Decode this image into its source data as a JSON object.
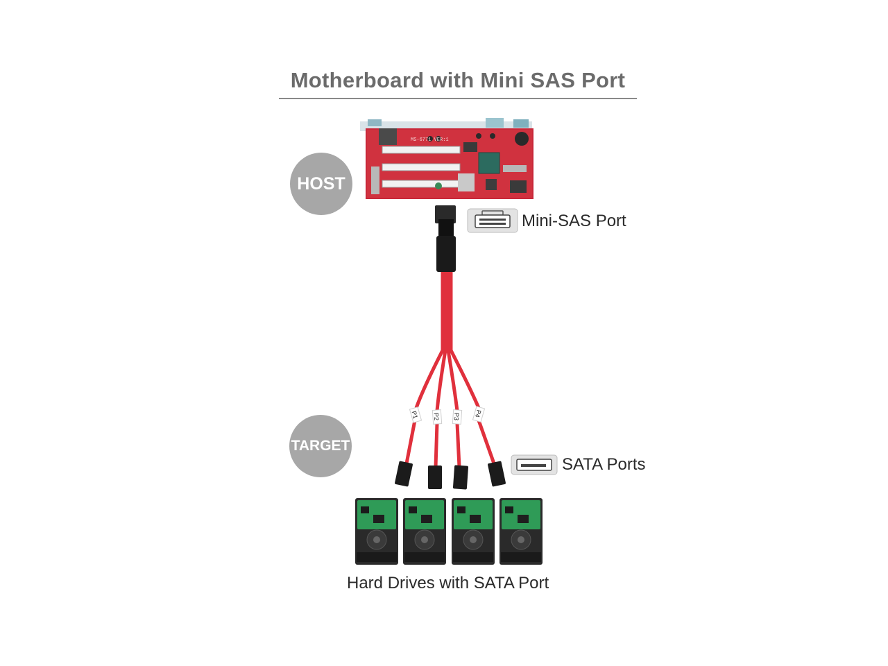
{
  "title": "Motherboard with Mini SAS Port",
  "roles": {
    "host": "HOST",
    "target": "TARGET"
  },
  "labels": {
    "mini_sas_port": "Mini-SAS Port",
    "sata_ports": "SATA Ports",
    "hard_drives": "Hard Drives with SATA Port"
  },
  "board_silkscreen": "MS-6771 VER:1",
  "cable_tags": [
    "P1",
    "P2",
    "P3",
    "P4"
  ],
  "icons": {
    "host_board": "motherboard-icon",
    "mini_sas": "mini-sas-port-icon",
    "sata": "sata-port-icon",
    "drive": "hard-drive-icon"
  },
  "colors": {
    "board": "#c8283a",
    "cable": "#e0303c",
    "badge": "#a7a7a7",
    "drive_pcb": "#2f9b57"
  }
}
